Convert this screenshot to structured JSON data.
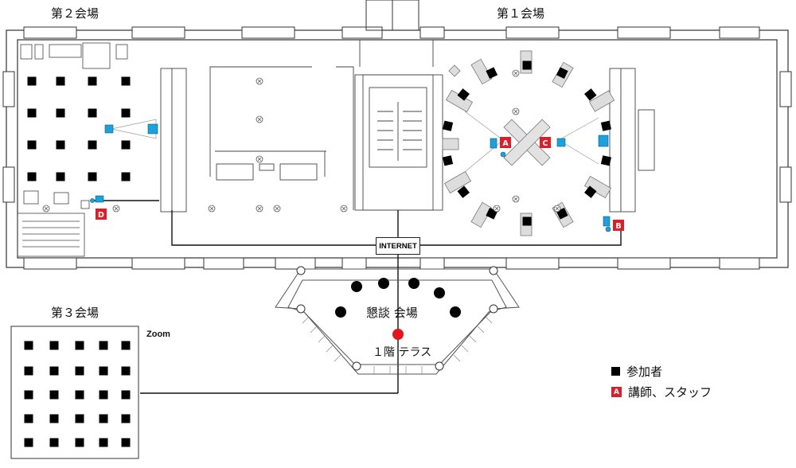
{
  "rooms": {
    "room2": "第２会場",
    "room1": "第１会場",
    "room3": "第３会場",
    "lounge": "懇談 会場",
    "terrace": "１階 テラス"
  },
  "network": {
    "internet": "INTERNET",
    "zoom": "Zoom"
  },
  "legend": {
    "participant": "参加者",
    "staff": "講師、スタッフ",
    "staff_badge": "A"
  },
  "markers": {
    "a": "A",
    "b": "B",
    "c": "C",
    "d": "D"
  },
  "colors": {
    "participant": "#000000",
    "staff": "#d9202a",
    "device": "#1ba1dc",
    "terrace_point": "#e8141c"
  }
}
